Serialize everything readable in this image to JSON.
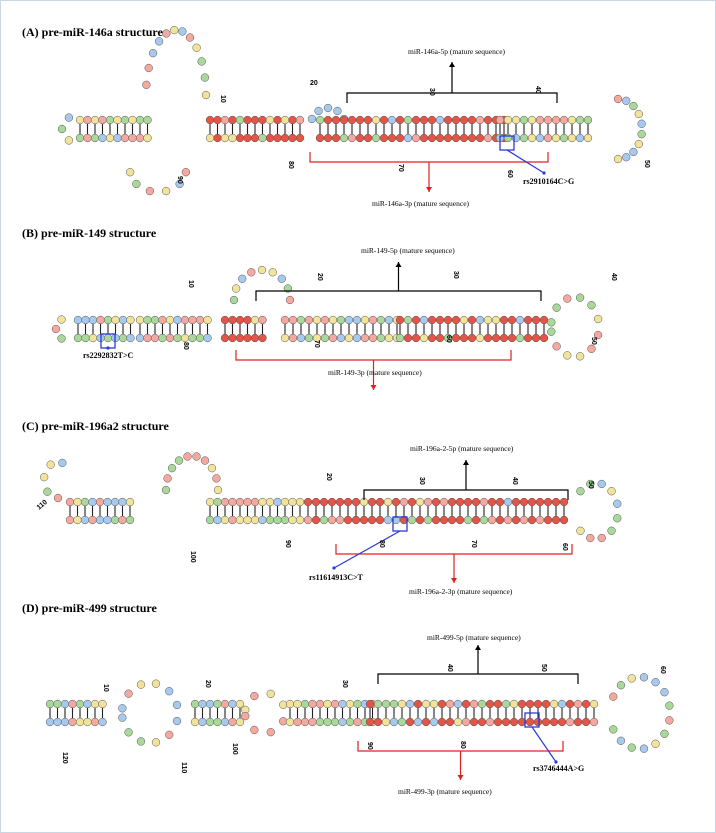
{
  "colors": {
    "A": "#f4a8a0",
    "U": "#f2e39a",
    "G": "#a9d89a",
    "C": "#a7c9ee",
    "pair_red": "#e45548",
    "mature5p": "#000000",
    "mature3p": "#e02020",
    "snp": "#2a3bd6"
  },
  "panels": [
    {
      "id": "A",
      "title": "(A) pre-miR-146a structure",
      "mature_5p_label": "miR-146a-5p (mature sequence)",
      "mature_3p_label": "miR-146a-3p (mature sequence)",
      "snp_label": "rs2910164C>G",
      "position_numbers": [
        "10",
        "20",
        "30",
        "40",
        "50",
        "60",
        "70",
        "80",
        "90"
      ]
    },
    {
      "id": "B",
      "title": "(B) pre-miR-149 structure",
      "mature_5p_label": "miR-149-5p (mature sequence)",
      "mature_3p_label": "miR-149-3p (mature sequence)",
      "snp_label": "rs2292832T>C",
      "position_numbers": [
        "10",
        "20",
        "30",
        "40",
        "50",
        "60",
        "70",
        "80"
      ]
    },
    {
      "id": "C",
      "title": "(C) pre-miR-196a2 structure",
      "mature_5p_label": "miR-196a-2-5p (mature sequence)",
      "mature_3p_label": "miR-196a-2-3p (mature sequence)",
      "snp_label": "rs11614913C>T",
      "position_numbers": [
        "20",
        "30",
        "40",
        "50",
        "60",
        "70",
        "80",
        "90",
        "100",
        "110"
      ]
    },
    {
      "id": "D",
      "title": "(D) pre-miR-499 structure",
      "mature_5p_label": "miR-499-5p (mature sequence)",
      "mature_3p_label": "miR-499-3p (mature sequence)",
      "snp_label": "rs3746444A>G",
      "position_numbers": [
        "10",
        "20",
        "30",
        "40",
        "50",
        "60",
        "80",
        "90",
        "100",
        "110",
        "120"
      ]
    }
  ]
}
